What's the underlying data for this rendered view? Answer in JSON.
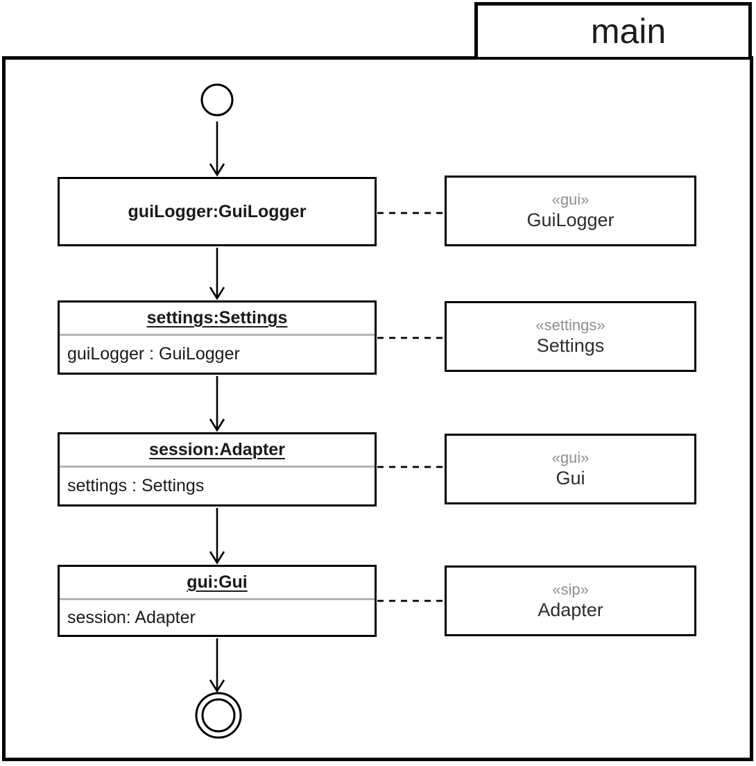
{
  "diagram": {
    "title": "main",
    "objects": [
      {
        "name": "guiLogger:GuiLogger",
        "underlined": false,
        "attributes": []
      },
      {
        "name": "settings:Settings",
        "underlined": true,
        "attributes": [
          "guiLogger : GuiLogger"
        ]
      },
      {
        "name": "session:Adapter",
        "underlined": true,
        "attributes": [
          "settings : Settings"
        ]
      },
      {
        "name": "gui:Gui",
        "underlined": true,
        "attributes": [
          "session: Adapter"
        ]
      }
    ],
    "classifiers": [
      {
        "stereotype": "«gui»",
        "name": "GuiLogger"
      },
      {
        "stereotype": "«settings»",
        "name": "Settings"
      },
      {
        "stereotype": "«gui»",
        "name": "Gui"
      },
      {
        "stereotype": "«sip»",
        "name": "Adapter"
      }
    ],
    "colors": {
      "line": "#000000",
      "text": "#1a1a1a",
      "stereotype": "#8e8e8e",
      "classifier-name": "#2d2d2d",
      "divider": "#b3b3b3",
      "bg": "#ffffff"
    }
  }
}
